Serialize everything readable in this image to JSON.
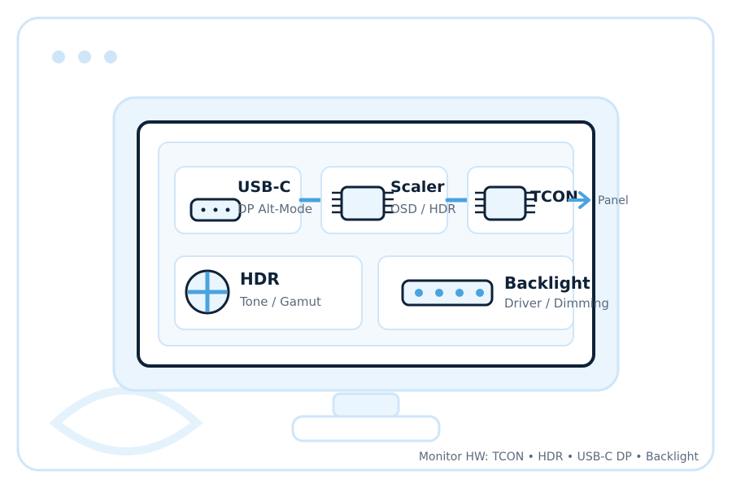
{
  "colors": {
    "outline_light": "#cfe6f8",
    "fill_light": "#eaf5fd",
    "dark": "#0f2238",
    "accent": "#4aa3df",
    "muted": "#5b6b7e"
  },
  "blocks": {
    "usbc": {
      "title": "USB-C",
      "subtitle": "DP Alt-Mode",
      "icon": "usb-c-port-icon"
    },
    "scaler": {
      "title": "Scaler",
      "subtitle": "OSD / HDR",
      "icon": "chip-icon"
    },
    "tcon": {
      "title": "TCON",
      "icon": "chip-icon"
    },
    "hdr": {
      "title": "HDR",
      "subtitle": "Tone / Gamut",
      "icon": "crosshair-icon"
    },
    "backlight": {
      "title": "Backlight",
      "subtitle": "Driver / Dimming",
      "icon": "led-strip-icon"
    }
  },
  "output": {
    "label": "Panel",
    "icon": "arrow-right-icon"
  },
  "caption": "Monitor HW: TCON • HDR • USB-C DP • Backlight"
}
